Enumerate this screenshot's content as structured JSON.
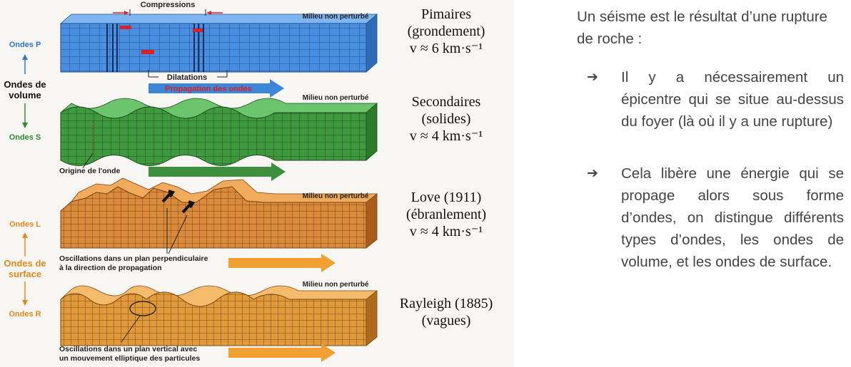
{
  "figure": {
    "side_labels": {
      "ondes_p": "Ondes P",
      "ondes_de_volume": [
        "Ondes de",
        "volume"
      ],
      "ondes_s": "Ondes S",
      "ondes_l": "Ondes L",
      "ondes_de_surface": [
        "Ondes de",
        "surface"
      ],
      "ondes_r": "Ondes R"
    },
    "milieu": "Milieu non perturbé",
    "compressions": "Compressions",
    "dilatations": "Dilatations",
    "propagation": "Propagation des ondes",
    "origine": "Origine de l'onde",
    "love_note": [
      "Oscillations dans un plan perpendiculaire",
      "à la direction de propagation"
    ],
    "rayleigh_note": [
      "Oscillations dans un plan vertical avec",
      "un mouvement elliptique des particules"
    ],
    "colors": {
      "p_wave": "#4a8ee0",
      "s_wave": "#3f9a3f",
      "l_wave": "#d98a3a",
      "r_wave": "#e09a3c",
      "blue_arrow": "#3c87d8",
      "green_arrow": "#3e8f3e",
      "orange_arrow": "#f0a030",
      "side_blue": "#2e78c9",
      "side_green": "#2e8b2e",
      "side_orange": "#e08a1e"
    }
  },
  "wave_types": [
    {
      "name": "Pimaires",
      "desc": "(grondement)",
      "speed": "v ≈ 6 km·s⁻¹"
    },
    {
      "name": "Secondaires",
      "desc": "(solides)",
      "speed": "v ≈ 4 km·s⁻¹"
    },
    {
      "name": "Love (1911)",
      "desc": "(ébranlement)",
      "speed": "v ≈ 4 km·s⁻¹"
    },
    {
      "name": "Rayleigh (1885)",
      "desc": "(vagues)",
      "speed": ""
    }
  ],
  "text": {
    "intro": "Un séisme est le résultat d’une rupture de roche :",
    "bullet_icon": "right-arrow-icon",
    "bullets": [
      "Il y a nécessairement un épicentre qui se situe au-dessus du foyer (là où il y a une rupture)",
      "Cela libère une énergie qui se propage alors sous forme d’ondes, on distingue différents types d’ondes, les ondes de volume, et les ondes de surface."
    ]
  }
}
